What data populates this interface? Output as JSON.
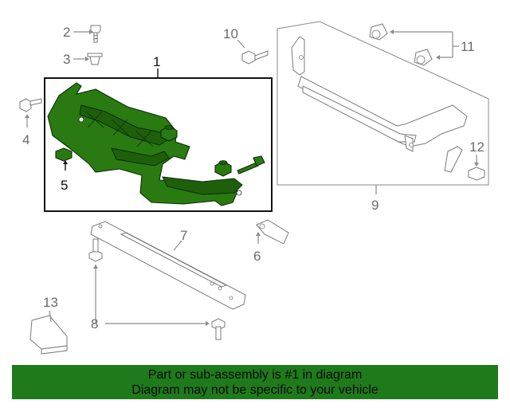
{
  "callouts": {
    "c1": "1",
    "c2": "2",
    "c3": "3",
    "c4": "4",
    "c5": "5",
    "c6": "6",
    "c7": "7",
    "c8": "8",
    "c9": "9",
    "c10": "10",
    "c11": "11",
    "c12": "12",
    "c13": "13"
  },
  "banner": {
    "line1": "Part or sub-assembly is #1 in diagram",
    "line2": "Diagram may not be specific to your vehicle"
  },
  "colors": {
    "highlight_green": "#2a7a12",
    "banner_green": "#1f7a1b"
  }
}
